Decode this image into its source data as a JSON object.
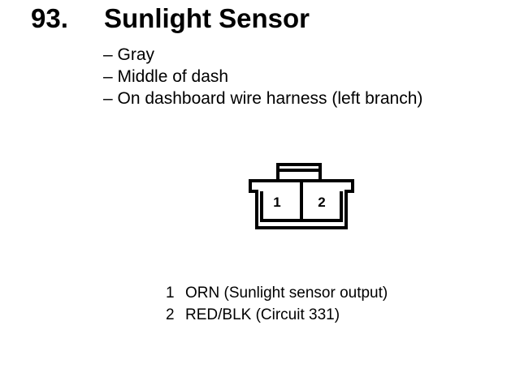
{
  "heading": {
    "number": "93.",
    "title": "Sunlight Sensor"
  },
  "details": [
    "– Gray",
    "– Middle of dash",
    "– On dashboard wire harness (left branch)"
  ],
  "connector": {
    "pins": [
      "1",
      "2"
    ]
  },
  "pinouts": [
    {
      "pin": "1",
      "description": "ORN (Sunlight sensor output)"
    },
    {
      "pin": "2",
      "description": "RED/BLK (Circuit 331)"
    }
  ]
}
